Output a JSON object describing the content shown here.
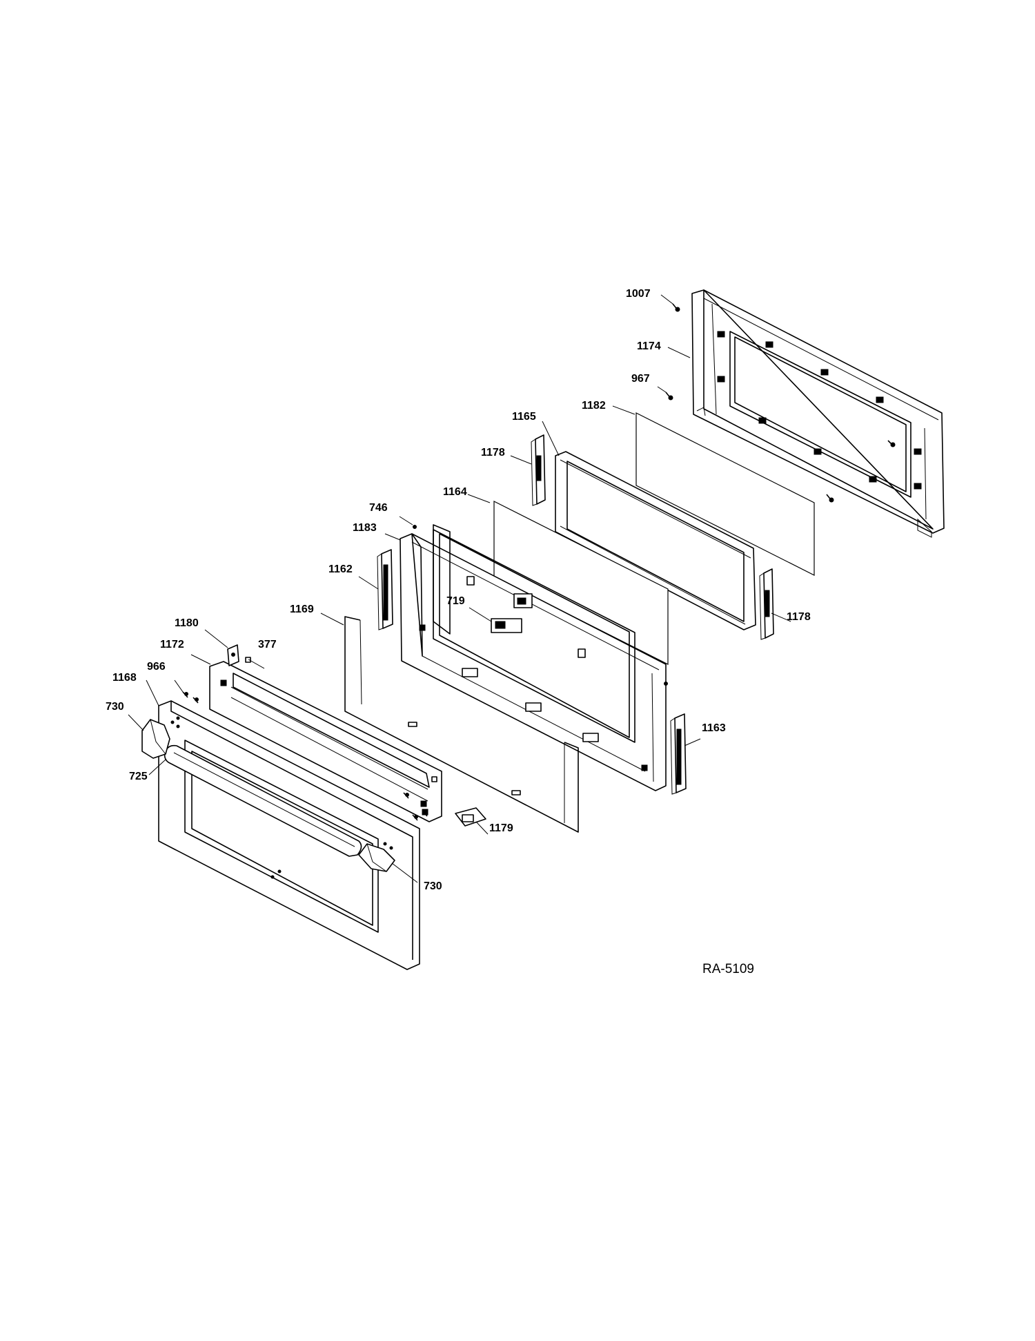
{
  "diagram": {
    "code": "RA-5109",
    "callouts": [
      {
        "id": "c1007a",
        "text": "1007"
      },
      {
        "id": "c1174",
        "text": "1174"
      },
      {
        "id": "c967",
        "text": "967"
      },
      {
        "id": "c1182",
        "text": "1182"
      },
      {
        "id": "c1165",
        "text": "1165"
      },
      {
        "id": "c1178a",
        "text": "1178"
      },
      {
        "id": "c746",
        "text": "746"
      },
      {
        "id": "c1164",
        "text": "1164"
      },
      {
        "id": "c1183",
        "text": "1183"
      },
      {
        "id": "c1162",
        "text": "1162"
      },
      {
        "id": "c1178b",
        "text": "1178"
      },
      {
        "id": "c719",
        "text": "719"
      },
      {
        "id": "c1180",
        "text": "1180"
      },
      {
        "id": "c1169",
        "text": "1169"
      },
      {
        "id": "c1172",
        "text": "1172"
      },
      {
        "id": "c377",
        "text": "377"
      },
      {
        "id": "c966",
        "text": "966"
      },
      {
        "id": "c1168",
        "text": "1168"
      },
      {
        "id": "c730a",
        "text": "730"
      },
      {
        "id": "c1163",
        "text": "1163"
      },
      {
        "id": "c725",
        "text": "725"
      },
      {
        "id": "c1179",
        "text": "1179"
      },
      {
        "id": "c730b",
        "text": "730"
      }
    ]
  }
}
